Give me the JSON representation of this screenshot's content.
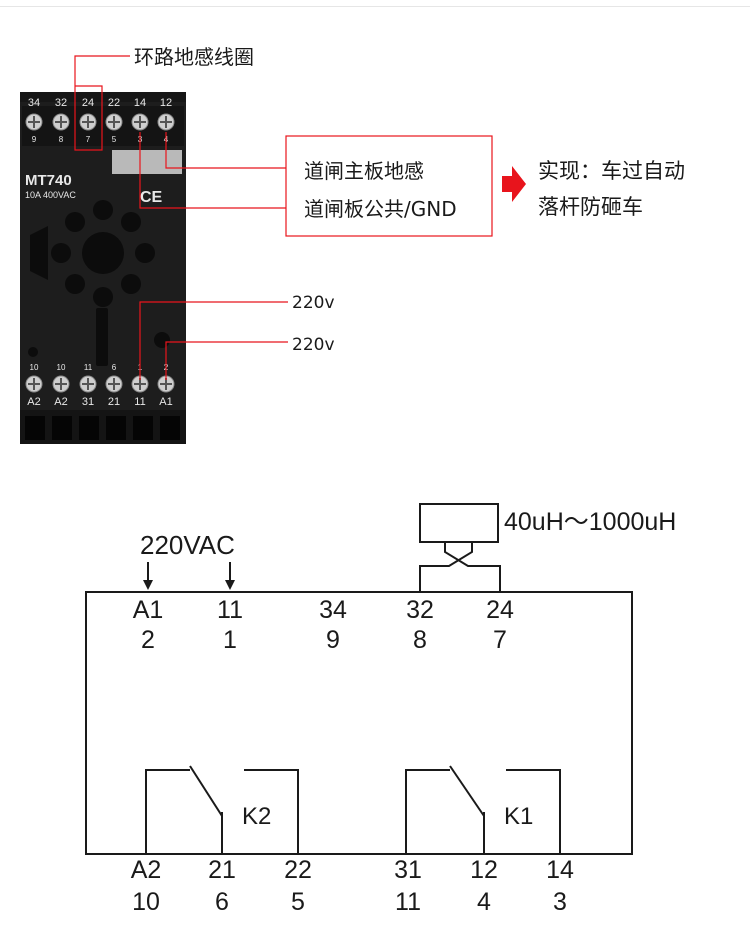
{
  "relay": {
    "model": "MT740",
    "rating": "10A  400VAC",
    "ce_mark": "CE",
    "top_terminal_labels": [
      "34",
      "32",
      "24",
      "22",
      "14",
      "12"
    ],
    "top_terminal_numbers": [
      "9",
      "8",
      "7",
      "5",
      "3",
      "4"
    ],
    "bottom_terminal_numbers": [
      "10",
      "10",
      "11",
      "6",
      "1",
      "2"
    ],
    "bottom_terminal_labels": [
      "A2",
      "A2",
      "31",
      "21",
      "11",
      "A1"
    ]
  },
  "annotations": {
    "loop_coil": "环路地感线圈",
    "box_line1": "道闸主板地感",
    "box_line2": "道闸板公共/GND",
    "result_line1": "实现：车过自动",
    "result_line2": "落杆防砸车",
    "supply_1": "220v",
    "supply_2": "220v",
    "accent_color": "#e8141c"
  },
  "schematic": {
    "supply": "220VAC",
    "inductance": "40uH～1000uH",
    "top_labels": [
      "A1",
      "11",
      "34",
      "32",
      "24"
    ],
    "top_numbers": [
      "2",
      "1",
      "9",
      "8",
      "7"
    ],
    "bottom_labels": [
      "A2",
      "21",
      "22",
      "31",
      "12",
      "14"
    ],
    "bottom_numbers": [
      "10",
      "6",
      "5",
      "11",
      "4",
      "3"
    ],
    "relay_k2": "K2",
    "relay_k1": "K1"
  }
}
